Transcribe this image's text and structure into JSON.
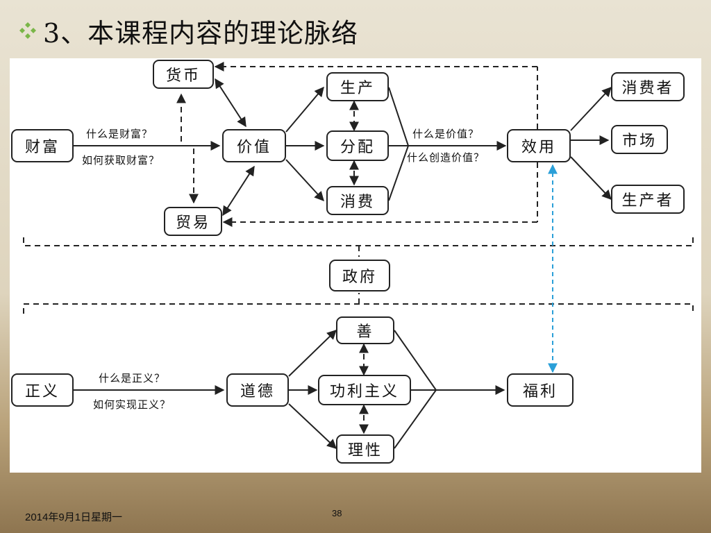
{
  "title": "3、本课程内容的理论脉络",
  "nodes": {
    "wealth": "财富",
    "money": "货币",
    "trade": "贸易",
    "value": "价值",
    "production": "生产",
    "distribution": "分配",
    "consumption": "消费",
    "utility": "效用",
    "consumer": "消费者",
    "market": "市场",
    "producer": "生产者",
    "government": "政府",
    "justice": "正义",
    "morality": "道德",
    "goodness": "善",
    "utilitarianism": "功利主义",
    "rationality": "理性",
    "welfare": "福利"
  },
  "edge_labels": {
    "what_is_wealth": "什么是财富？",
    "how_get_wealth": "如何获取财富？",
    "what_is_value": "什么是价值？",
    "how_create_value": "什么创造价值？",
    "what_is_justice": "什么是正义？",
    "how_realize_justice": "如何实现正义？"
  },
  "footer": {
    "date": "2014年9月1日星期一",
    "page": "38"
  },
  "colors": {
    "line": "#222222",
    "blue_link": "#2a9fd8",
    "bullet": "#7ab648"
  }
}
